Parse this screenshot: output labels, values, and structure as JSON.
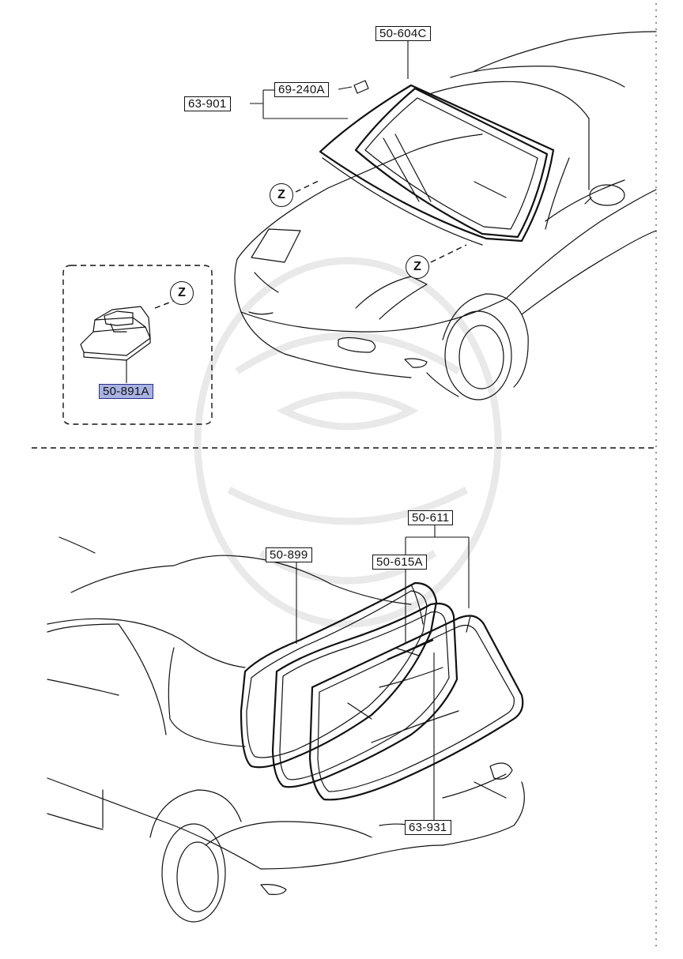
{
  "callouts": {
    "c_50_604C": "50-604C",
    "c_69_240A": "69-240A",
    "c_63_901": "63-901",
    "c_50_891A": "50-891A",
    "c_50_611": "50-611",
    "c_50_899": "50-899",
    "c_50_615A": "50-615A",
    "c_63_931": "63-931"
  },
  "markers": {
    "z": "Z"
  },
  "highlight": {
    "selected_part": "50-891A",
    "color": "#a9b3e3"
  }
}
